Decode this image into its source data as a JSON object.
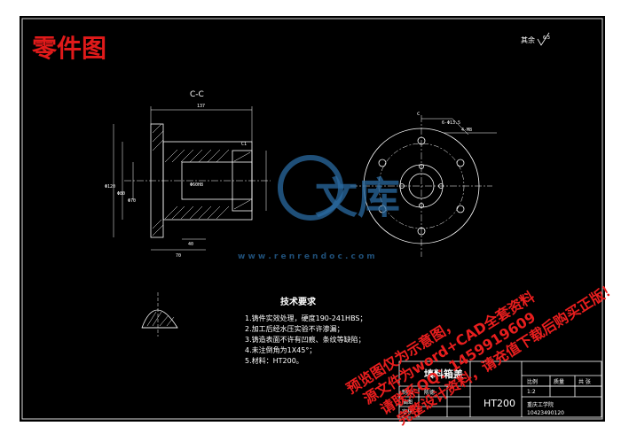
{
  "drawing": {
    "brand_title": "零件图",
    "roughness_note": "其余",
    "roughness_value": "6.3",
    "section_label": "C-C",
    "part_name": "填料箱盖",
    "material": "HT200",
    "school": "重庆工学院",
    "student_id": "10423490120",
    "scale": "1:2"
  },
  "tech_requirements": {
    "heading": "技术要求",
    "items": [
      "1.铸件实效处理，硬度190-241HBS；",
      "2.加工后经水压实验不许渗漏；",
      "3.铸造表面不许有凹痕、条纹等缺陷；",
      "4.未注倒角为1X45°；",
      "5.材料：HT200。"
    ]
  },
  "title_block": {
    "col_labels": [
      "比例",
      "质量",
      "共 张"
    ],
    "row_labels": [
      "制图",
      "描图",
      "审核"
    ],
    "drafter": "陈德"
  },
  "dimension_labels": {
    "overall_length": "137",
    "phi_outer": "Φ120",
    "phi_80": "Φ80",
    "phi_70": "Φ70",
    "bore_phi": "Φ60H8",
    "bottom_length": "70",
    "bottom_small": "40",
    "chamfer": "C1",
    "right_holes": "6-Φ13.5",
    "thread": "4-M8"
  },
  "watermark": {
    "logo_text": "文库",
    "url": "w w w . r e n r e n d o c . c o m",
    "lines": [
      "预览图仅为示意图，",
      "源文件为word+CAD全套资料",
      "请联系QQ：1459919609",
      "完整设计资料，请充值下载后购买正版！"
    ]
  }
}
